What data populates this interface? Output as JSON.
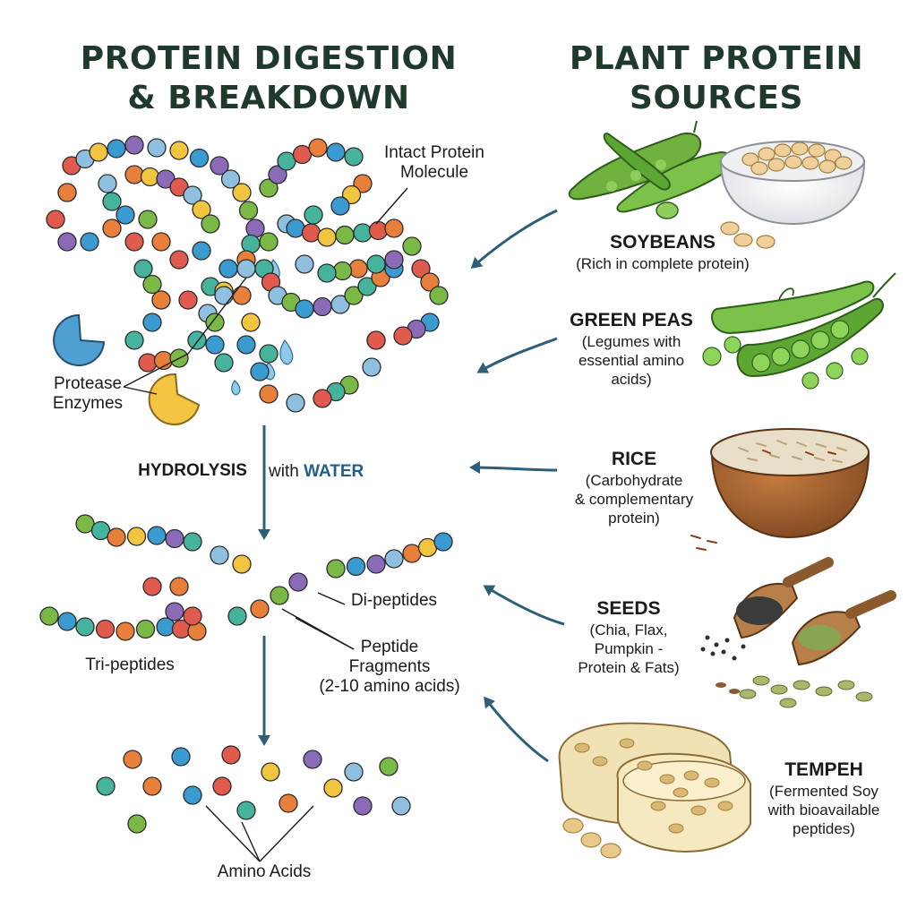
{
  "left_title": [
    "PROTEIN DIGESTION",
    "& BREAKDOWN"
  ],
  "right_title": [
    "PLANT PROTEIN",
    "SOURCES"
  ],
  "labels": {
    "intact_protein": [
      "Intact Protein",
      "Molecule"
    ],
    "protease_enzymes": [
      "Protease",
      "Enzymes"
    ],
    "hydrolysis": "HYDROLYSIS",
    "with_word": "with",
    "water_word": "WATER",
    "di_peptides": "Di-peptides",
    "tri_peptides": "Tri-peptides",
    "peptide_fragments": [
      "Peptide",
      "Fragments",
      "(2-10 amino acids)"
    ],
    "amino_acids": "Amino Acids"
  },
  "sources": [
    {
      "name": "SOYBEANS",
      "description": [
        "(Rich in complete protein)"
      ]
    },
    {
      "name": "GREEN PEAS",
      "description": [
        "(Legumes with",
        "essential amino",
        "acids)"
      ]
    },
    {
      "name": "RICE",
      "description": [
        "(Carbohydrate",
        "& complementary",
        "protein)"
      ]
    },
    {
      "name": "SEEDS",
      "description": [
        "(Chia, Flax,",
        "Pumpkin -",
        "Protein & Fats)"
      ]
    },
    {
      "name": "TEMPEH",
      "description": [
        "(Fermented Soy",
        "with bioavailable",
        "peptides)"
      ]
    }
  ],
  "colors": {
    "title": "#1f3a2b",
    "arrow": "#2b5f7a",
    "bead_palette": [
      "#e87f3a",
      "#f2c541",
      "#7bb947",
      "#3a9bd0",
      "#8b6ab8",
      "#46b49c",
      "#e05a4e",
      "#8fc0e0"
    ],
    "water": "#1f5f8b"
  },
  "icons": [
    "soybean-pods-icon",
    "soybean-bowl-icon",
    "pea-pod-icon",
    "rice-bowl-icon",
    "seed-scoops-icon",
    "tempeh-block-icon",
    "pacman-enzyme-icon",
    "water-drop-icon"
  ]
}
